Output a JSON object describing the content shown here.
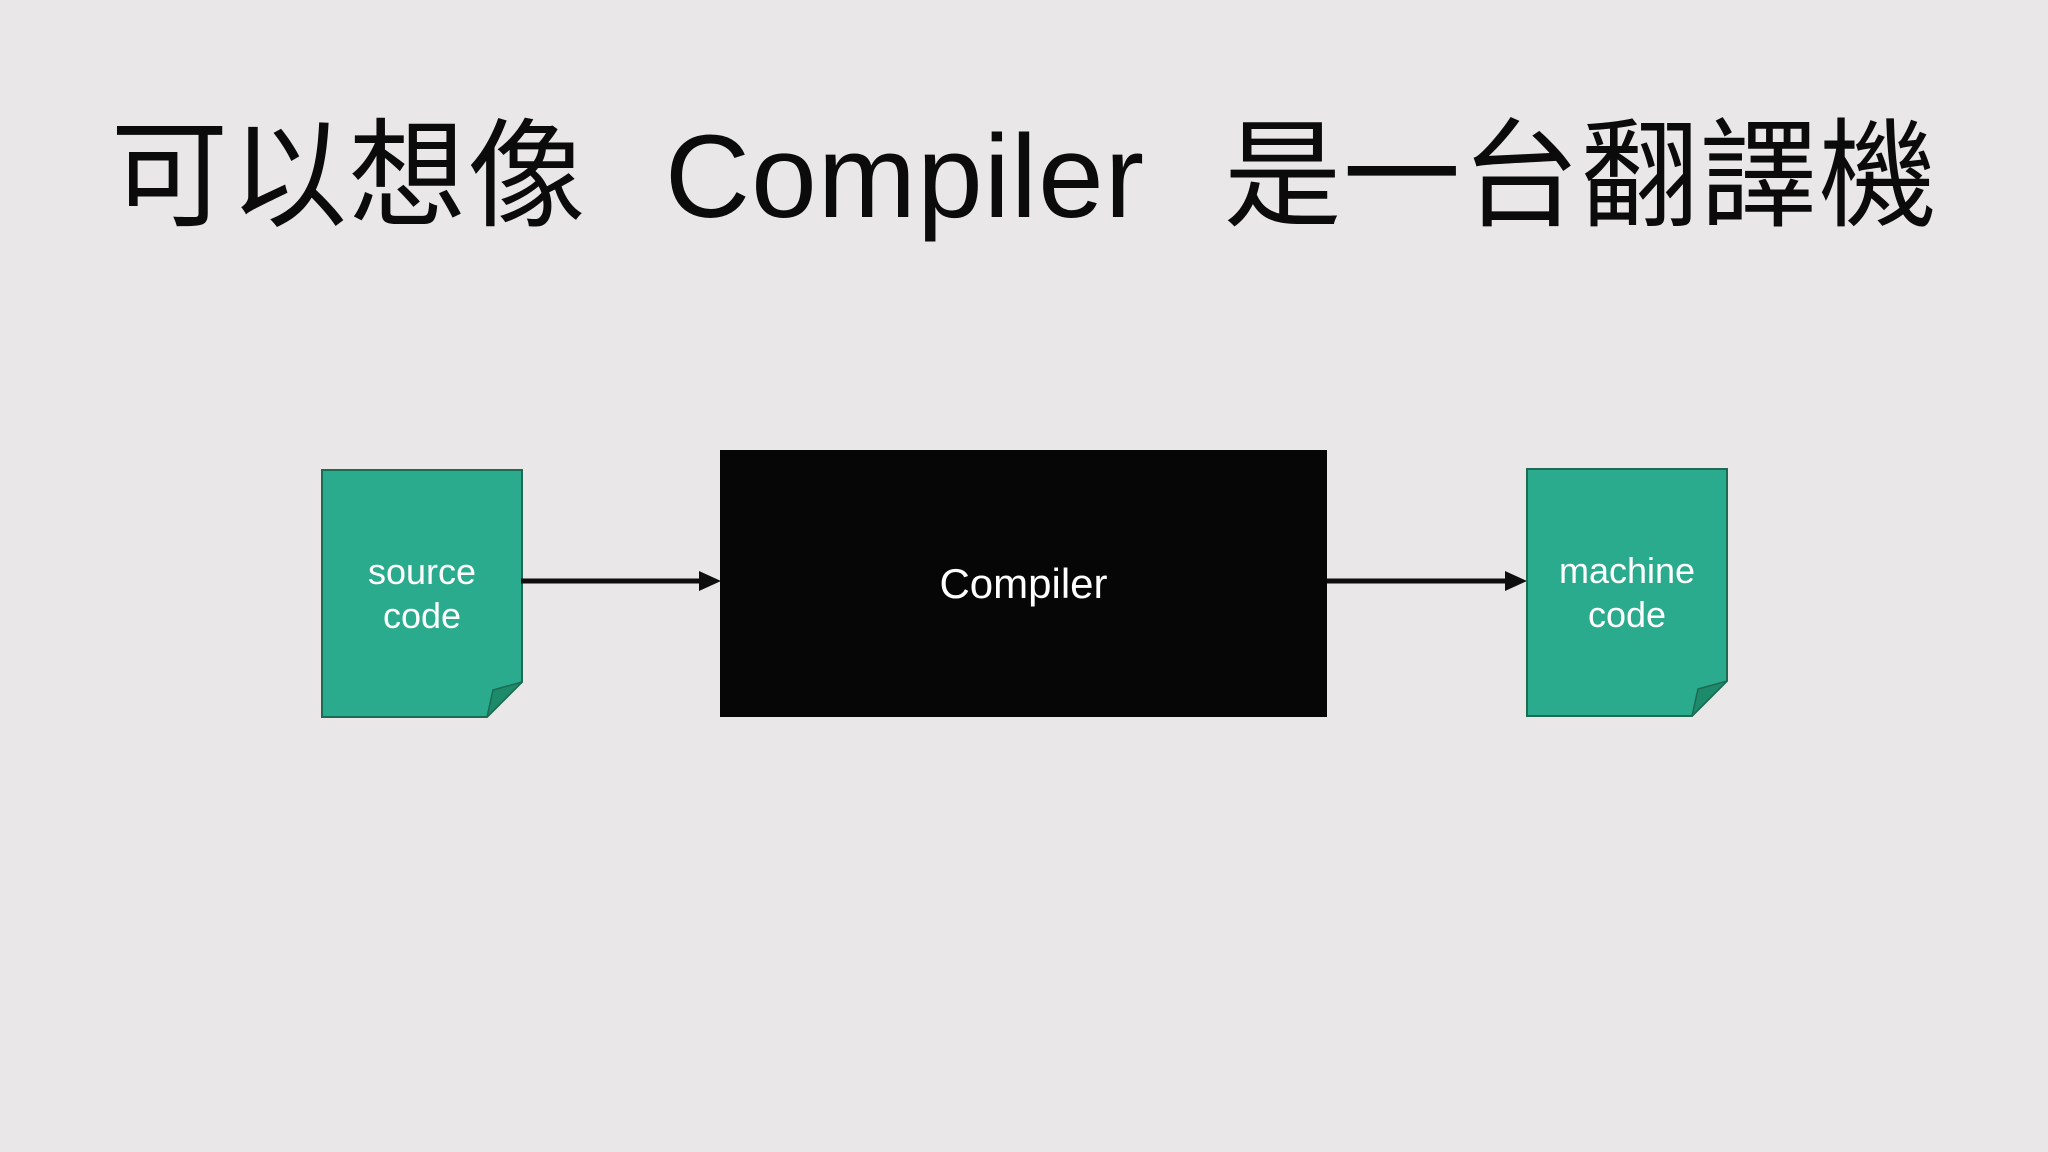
{
  "slide": {
    "title": "可以想像 Compiler 是一台翻譯機",
    "background_color": "#E9E7E7",
    "title_color": "#0B0B0B"
  },
  "diagram": {
    "source_doc": {
      "lines": [
        "source",
        "code"
      ],
      "fill": "#2BAB8D",
      "fold_fill": "#1E8A6C",
      "stroke": "#1C6B52",
      "text_color": "#FFFFFF"
    },
    "compiler_box": {
      "label": "Compiler",
      "fill": "#060606",
      "text_color": "#FFFFFF"
    },
    "machine_doc": {
      "lines": [
        "machine",
        "code"
      ],
      "fill": "#2BAB8D",
      "fold_fill": "#1E8A6C",
      "stroke": "#1C6B52",
      "text_color": "#FFFFFF"
    },
    "arrow_color": "#0E0E0E"
  }
}
